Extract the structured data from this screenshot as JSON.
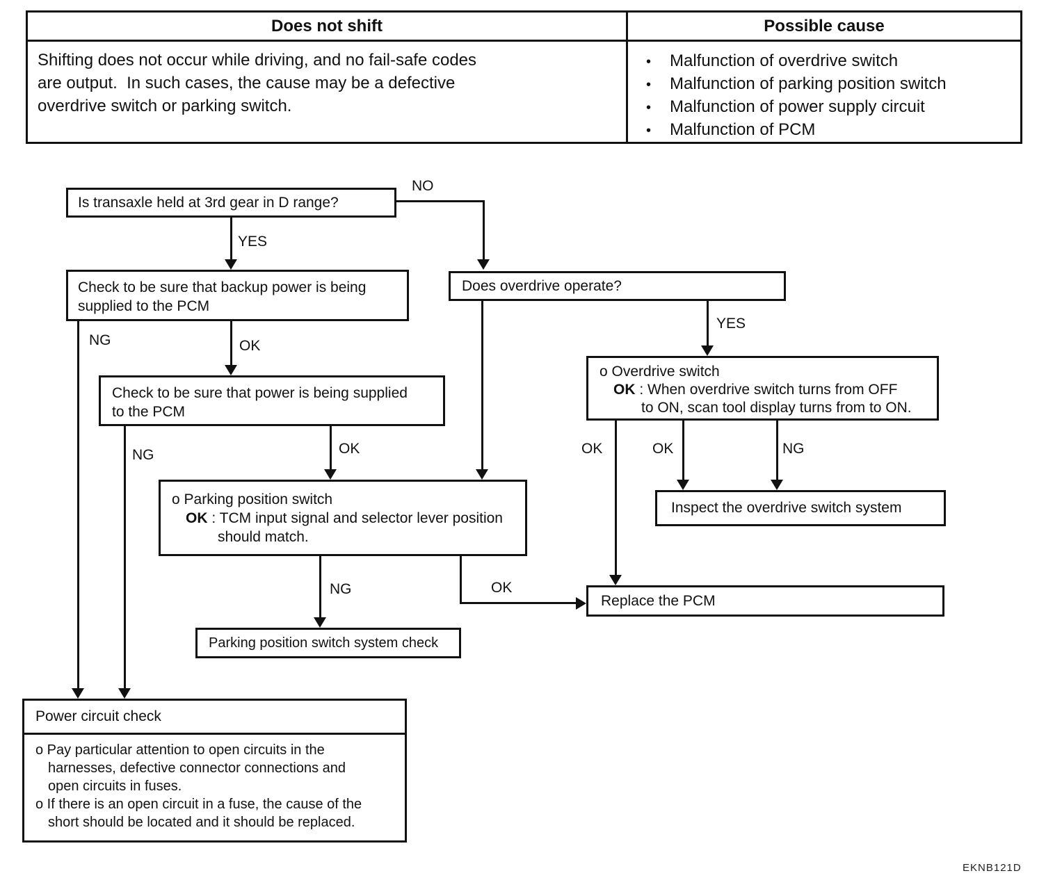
{
  "table": {
    "symptom_header": "Does not shift",
    "cause_header": "Possible cause",
    "symptom_lines": [
      "Shifting does not occur while driving, and no fail-safe codes",
      "are output.  In such cases, the cause may be a defective",
      "overdrive switch or parking switch."
    ],
    "causes": [
      "Malfunction of overdrive switch",
      "Malfunction of parking position switch",
      "Malfunction of power supply circuit",
      "Malfunction of PCM"
    ],
    "bullet_glyph": "•"
  },
  "flowchart": {
    "q_transaxle": "Is transaxle held at 3rd gear in D range?",
    "check_backup_lines": [
      "Check to be sure that backup power is being",
      "supplied to the PCM"
    ],
    "check_power_lines": [
      "Check to be sure that power is being supplied",
      "to the PCM"
    ],
    "q_overdrive": "Does overdrive operate?",
    "od_switch": {
      "item": "o Overdrive switch",
      "ok_label": "OK",
      "cond1": " : When overdrive switch turns from OFF",
      "cond2": "to ON, scan tool display turns from to ON."
    },
    "parking_switch": {
      "item": "o Parking position switch",
      "ok_label": "OK",
      "cond1": " : TCM input signal and selector lever position",
      "cond2": "should match."
    },
    "inspect_od": "Inspect the overdrive switch system",
    "replace_pcm": "Replace the PCM",
    "pps_check": "Parking position switch system check",
    "power_circuit": {
      "title": "Power circuit check",
      "note1_lines": [
        "o Pay particular attention to open circuits in the",
        "harnesses, defective connector connections and",
        "open circuits in fuses."
      ],
      "note2_lines": [
        "o If there is an open circuit in a fuse, the cause of the",
        "short should be located and it should be replaced."
      ]
    },
    "labels": {
      "yes1": "YES",
      "no1": "NO",
      "ng_backup": "NG",
      "ok_backup": "OK",
      "ng_power": "NG",
      "ok_power": "OK",
      "yes2": "YES",
      "ok_od_left": "OK",
      "ok_od_mid": "OK",
      "ng_od": "NG",
      "ng_parking": "NG",
      "ok_parking": "OK"
    }
  },
  "footer": {
    "code": "EKNB121D"
  }
}
